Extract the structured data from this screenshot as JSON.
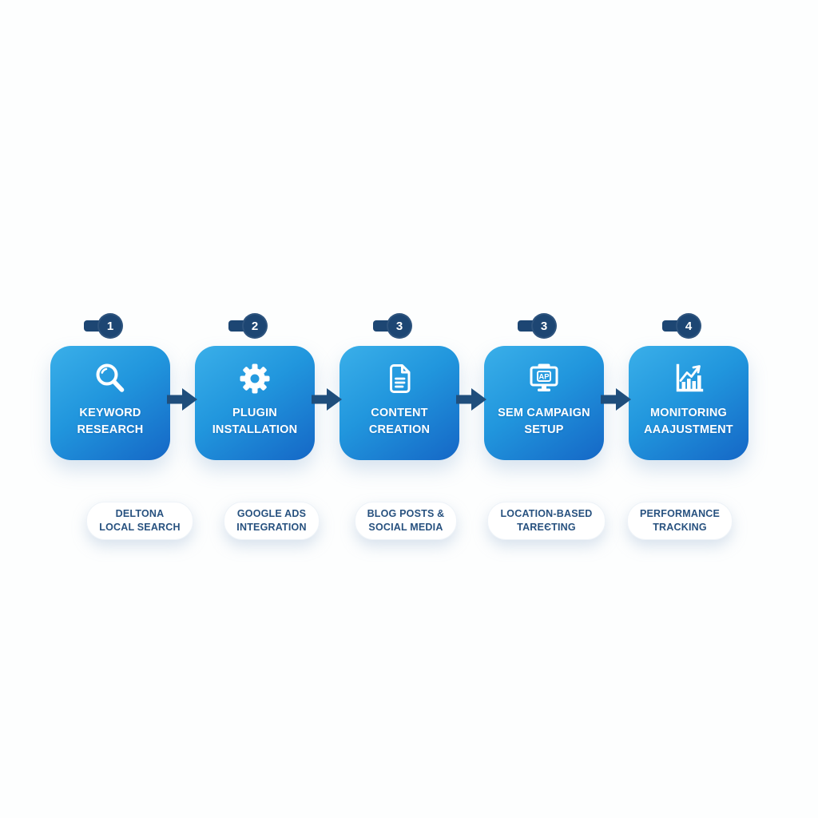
{
  "diagram": {
    "background_color": "#fdfefe",
    "box_gradient_start": "#3aafe9",
    "box_gradient_end": "#1567c6",
    "badge_color": "#1d4673",
    "arrow_color": "#1f4e7c",
    "pill_text_color": "#27517f",
    "box_text_color": "#ffffff"
  },
  "steps": [
    {
      "badge": "1",
      "icon": "search-icon",
      "title_line1": "KEYWORD",
      "title_line2": "RESEARCH",
      "sub_line1": "DELTONA",
      "sub_line2": "LOCAL SEARCH"
    },
    {
      "badge": "2",
      "icon": "gear-icon",
      "title_line1": "PLUGIN",
      "title_line2": "INSTALLATION",
      "sub_line1": "GOOGLE ADS",
      "sub_line2": "INTEGRATION"
    },
    {
      "badge": "3",
      "icon": "document-icon",
      "title_line1": "CONTENT",
      "title_line2": "CREATION",
      "sub_line1": "BLOG POSTS &",
      "sub_line2": "SOCIAL MEDIA"
    },
    {
      "badge": "3",
      "icon": "monitor-icon",
      "monitor_label": "AP",
      "title_line1": "SEM CAMPAIGN",
      "title_line2": "SETUP",
      "sub_line1": "LOCATION-BASED",
      "sub_line2": "TAREЄTING"
    },
    {
      "badge": "4",
      "icon": "bar-chart-growth-icon",
      "title_line1": "MONITORING",
      "title_line2": "AAAJUSTMENT",
      "sub_line1": "PERFORMANCE",
      "sub_line2": "TRACKING"
    }
  ]
}
